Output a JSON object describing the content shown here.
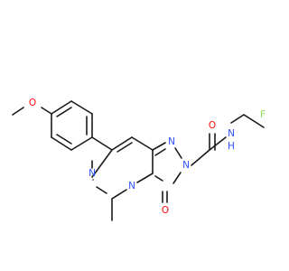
{
  "molecule": {
    "atoms": {
      "methoxy_o": {
        "symbol": "O",
        "color": "#ff0d0d"
      },
      "pyr_n_bottom": {
        "symbol": "N",
        "color": "#3050f8"
      },
      "ring_n_bridge": {
        "symbol": "N",
        "color": "#3050f8"
      },
      "ring_n_top": {
        "symbol": "N",
        "color": "#3050f8"
      },
      "ring_n_sub": {
        "symbol": "N",
        "color": "#3050f8"
      },
      "carbonyl_o_ring": {
        "symbol": "O",
        "color": "#ff0d0d"
      },
      "amide_o": {
        "symbol": "O",
        "color": "#ff0d0d"
      },
      "amide_n": {
        "symbol": "N",
        "color": "#3050f8"
      },
      "amide_h": {
        "symbol": "H",
        "color": "#3050f8"
      },
      "fluorine": {
        "symbol": "F",
        "color": "#90e050"
      }
    },
    "bond_color": "#1a1a1a"
  }
}
